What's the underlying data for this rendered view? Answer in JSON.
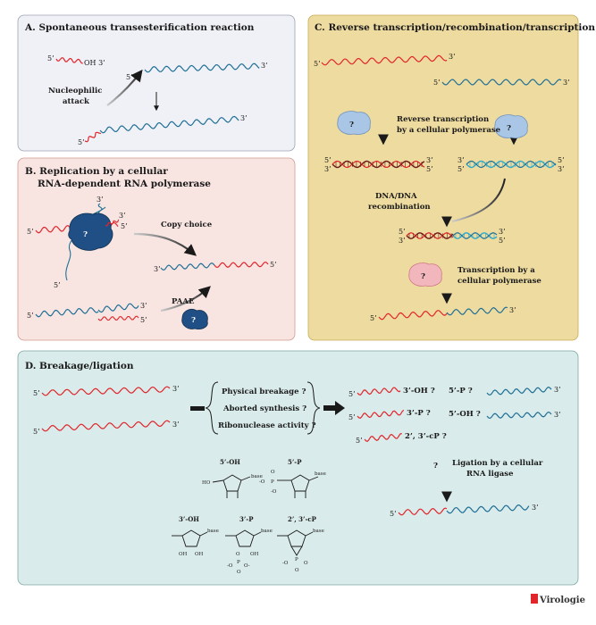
{
  "colors": {
    "rna_red": "#e0262b",
    "rna_blue": "#1f6f96",
    "dna_dark": "#6b1a1a",
    "dna_cyan": "#31a9c9",
    "panel_a_bg": "#f0f1f6",
    "panel_b_bg": "#f8e5e2",
    "panel_c_bg": "#eedba0",
    "panel_d_bg": "#d9ebea",
    "polymerase_blue": "#1f4f85",
    "polymerase_light": "#a9c6e6",
    "polymerase_pink": "#f2b6bd"
  },
  "panels": {
    "a": {
      "title": "A. Spontaneous transesterification reaction",
      "label_oh3": "OH 3’",
      "label_5p": "5’ P",
      "label_nuc": [
        "Nucleophilic",
        "attack"
      ]
    },
    "b": {
      "title": [
        "B. Replication by a cellular",
        "RNA-dependent RNA polymerase"
      ],
      "label_copy": "Copy choice",
      "label_paae": "PAAE"
    },
    "c": {
      "title": "C. Reverse transcription/recombination/transcription",
      "label_rt": [
        "Reverse transcription",
        "by a cellular polymerase"
      ],
      "label_dna": [
        "DNA/DNA",
        "recombination"
      ],
      "label_tx": [
        "Transcription by a",
        "cellular polymerase"
      ]
    },
    "d": {
      "title": "D. Breakage/ligation",
      "causes": [
        "Physical breakage ?",
        "Aborted synthesis ?",
        "Ribonuclease activity ?"
      ],
      "ends_left": [
        "3’-OH ?",
        "3’-P ?",
        "2’, 3’-cP ?"
      ],
      "ends_right": [
        "5’-P ?",
        "5’-OH ?"
      ],
      "ligation": [
        "Ligation by a cellular",
        "RNA ligase"
      ],
      "question": "?",
      "chem_titles": [
        "5’-OH",
        "5’-P",
        "3’-OH",
        "3’-P",
        "2’, 3’-cP"
      ],
      "chem_base": "base",
      "chem_oh": "OH",
      "chem_ho": "HO",
      "chem_o": "O",
      "chem_p": "P",
      "chem_ominus": "-O",
      "chem_ominus_r": "O-"
    }
  },
  "ends": {
    "five": "5’",
    "three": "3’"
  },
  "protein_mark": "?",
  "logo": "Virologie"
}
